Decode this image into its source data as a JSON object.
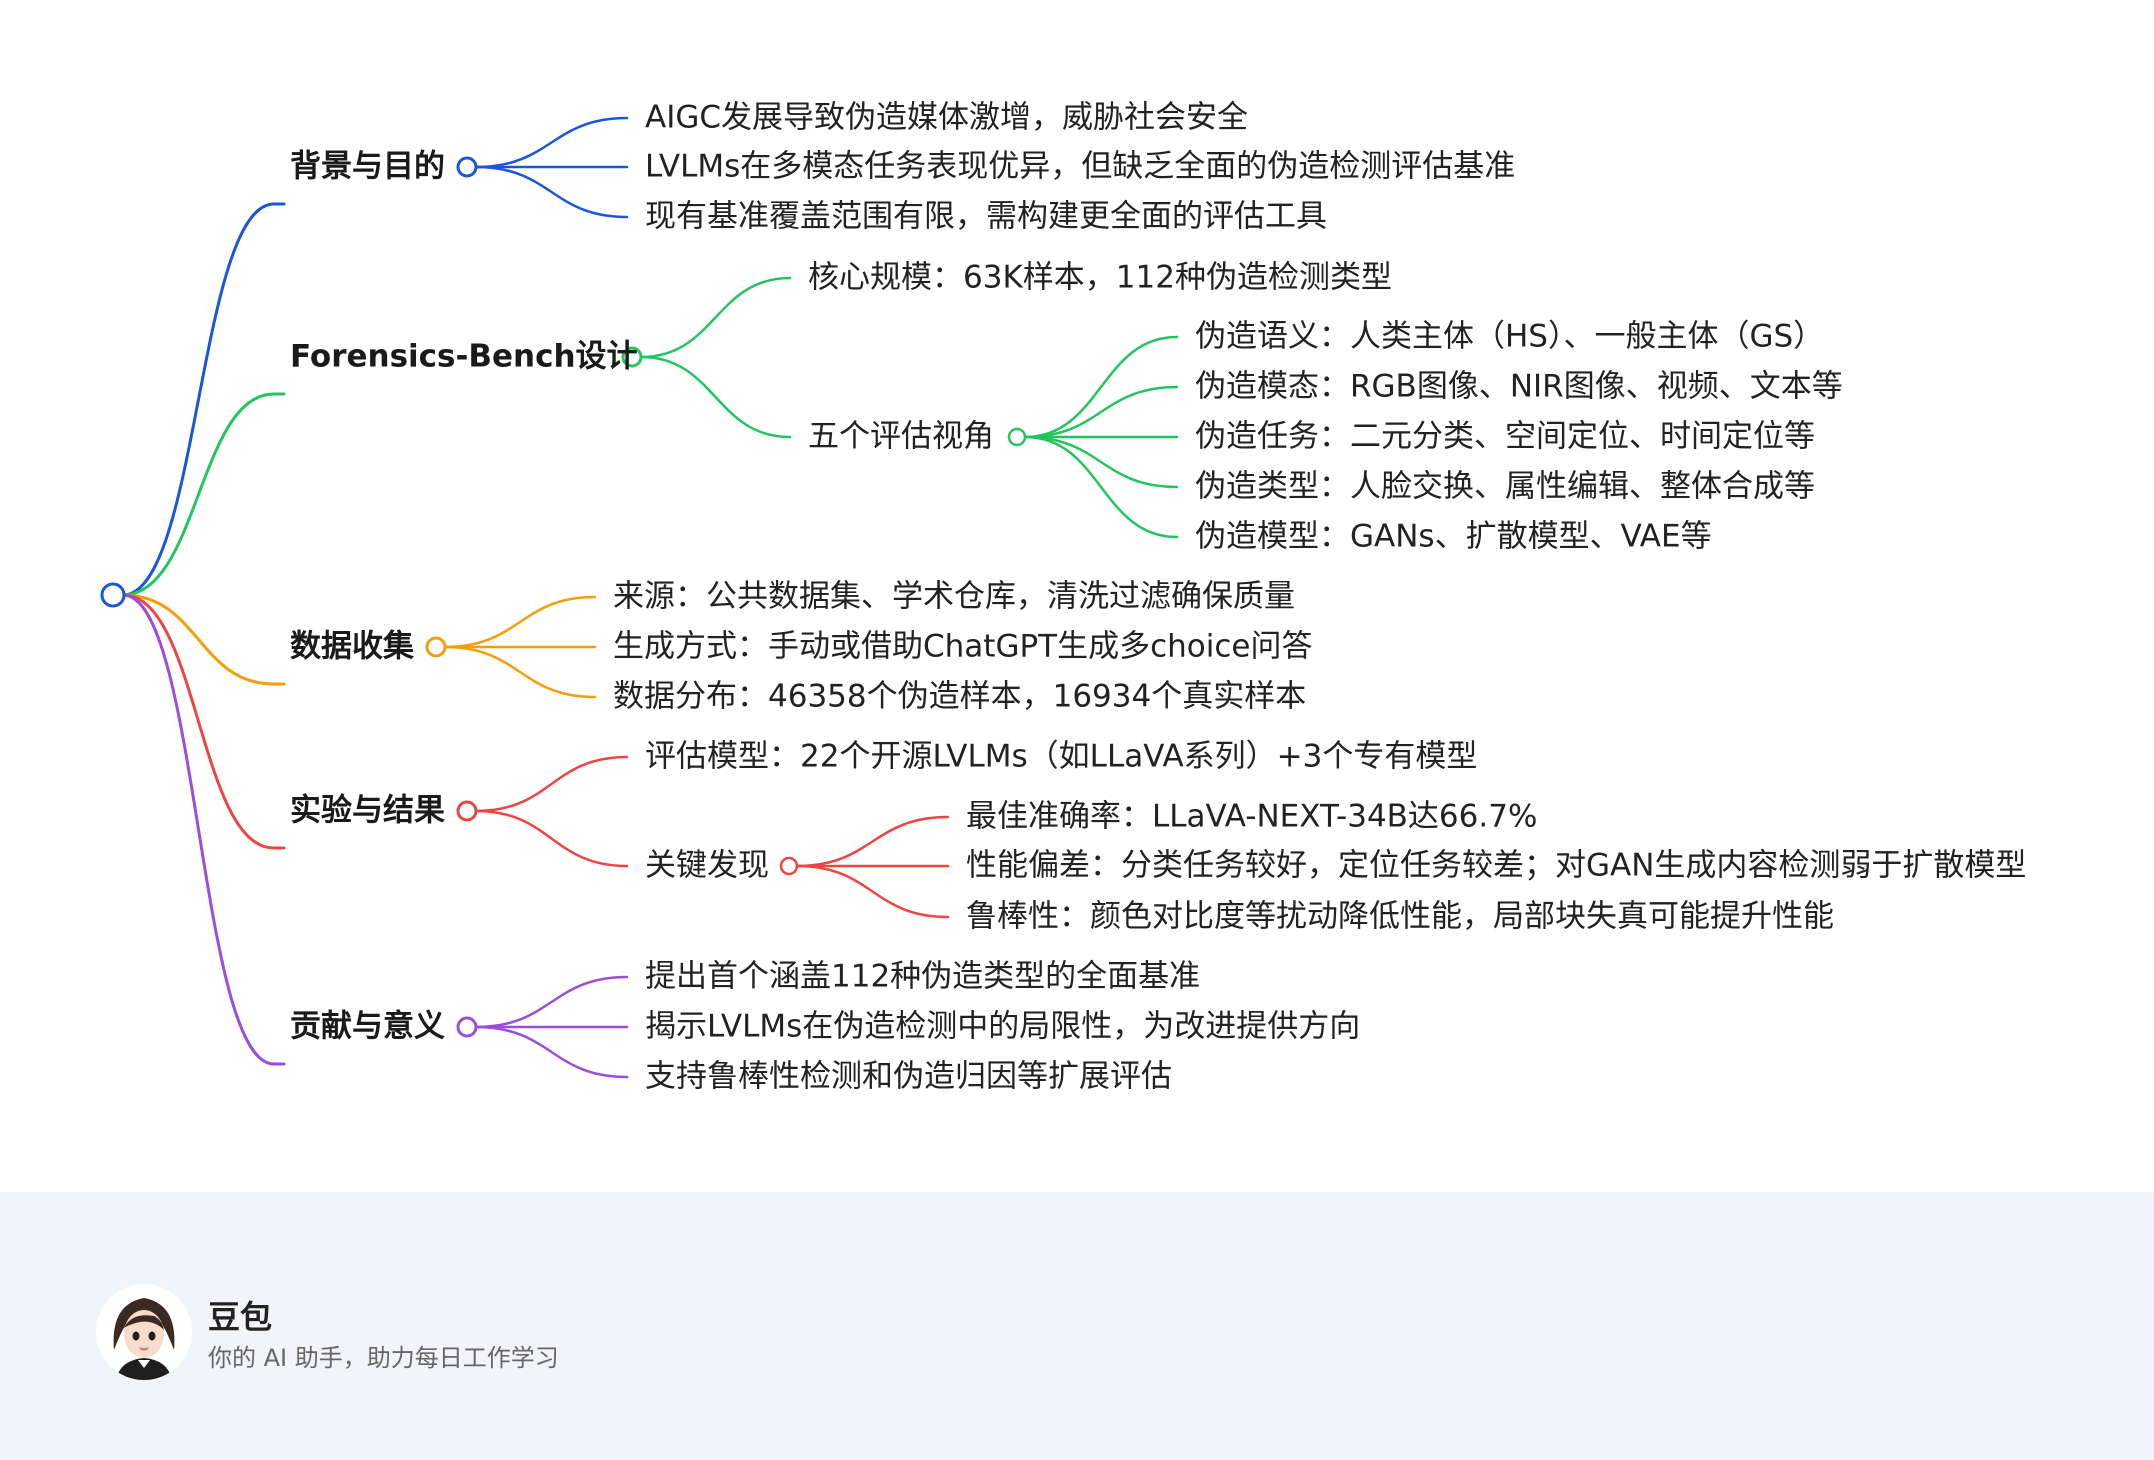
{
  "mindmap": {
    "root": {
      "color": "#1a56db"
    },
    "branches": [
      {
        "label": "背景与目的",
        "color": "#1a56db",
        "children": [
          {
            "label": "AIGC发展导致伪造媒体激增，威胁社会安全"
          },
          {
            "label": "LVLMs在多模态任务表现优异，但缺乏全面的伪造检测评估基准"
          },
          {
            "label": "现有基准覆盖范围有限，需构建更全面的评估工具"
          }
        ]
      },
      {
        "label": "Forensics-Bench设计",
        "color": "#22c55e",
        "children": [
          {
            "label": "核心规模：63K样本，112种伪造检测类型"
          },
          {
            "label": "五个评估视角",
            "children": [
              {
                "label": "伪造语义：人类主体（HS）、一般主体（GS）"
              },
              {
                "label": "伪造模态：RGB图像、NIR图像、视频、文本等"
              },
              {
                "label": "伪造任务：二元分类、空间定位、时间定位等"
              },
              {
                "label": "伪造类型：人脸交换、属性编辑、整体合成等"
              },
              {
                "label": "伪造模型：GANs、扩散模型、VAE等"
              }
            ]
          }
        ]
      },
      {
        "label": "数据收集",
        "color": "#f59e0b",
        "children": [
          {
            "label": "来源：公共数据集、学术仓库，清洗过滤确保质量"
          },
          {
            "label": "生成方式：手动或借助ChatGPT生成多choice问答"
          },
          {
            "label": "数据分布：46358个伪造样本，16934个真实样本"
          }
        ]
      },
      {
        "label": "实验与结果",
        "color": "#ef4444",
        "children": [
          {
            "label": "评估模型：22个开源LVLMs（如LLaVA系列）+3个专有模型"
          },
          {
            "label": "关键发现",
            "children": [
              {
                "label": "最佳准确率：LLaVA-NEXT-34B达66.7%"
              },
              {
                "label": "性能偏差：分类任务较好，定位任务较差；对GAN生成内容检测弱于扩散模型"
              },
              {
                "label": "鲁棒性：颜色对比度等扰动降低性能，局部块失真可能提升性能"
              }
            ]
          }
        ]
      },
      {
        "label": "贡献与意义",
        "color": "#9b4dde",
        "children": [
          {
            "label": "提出首个涵盖112种伪造类型的全面基准"
          },
          {
            "label": "揭示LVLMs在伪造检测中的局限性，为改进提供方向"
          },
          {
            "label": "支持鲁棒性检测和伪造归因等扩展评估"
          }
        ]
      }
    ]
  },
  "footer": {
    "brand_name": "豆包",
    "tagline": "你的 AI 助手，助力每日工作学习",
    "avatar_icon": "assistant-avatar-icon"
  }
}
